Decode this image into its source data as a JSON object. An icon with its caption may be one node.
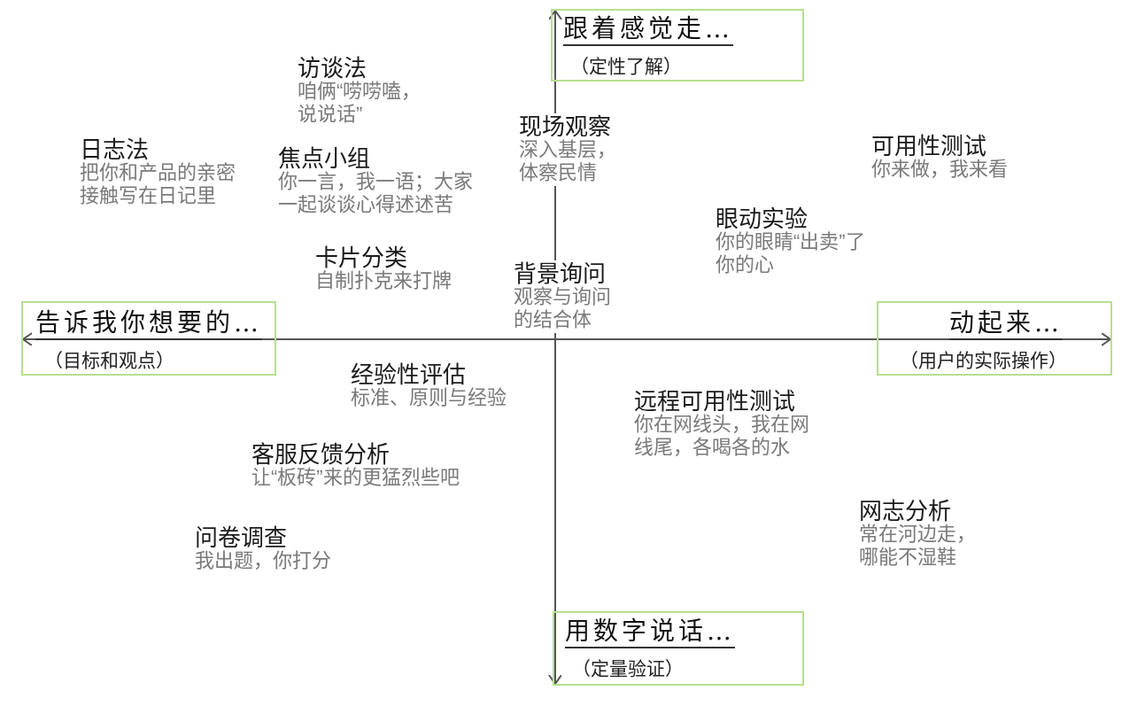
{
  "diagram": {
    "nodes": [
      {
        "text": [
          "跟着感觉走…",
          "（定性了解）"
        ]
      },
      {
        "text": [
          "告诉我你想要的…",
          "（目标和观点）"
        ]
      },
      {
        "text": [
          "动起来…",
          "（用户的实际操作）"
        ]
      },
      {
        "text": [
          "用数字说话…",
          "（定量验证）"
        ]
      }
    ],
    "edges": [
      {
        "from": 0,
        "to": 3,
        "arrow": "both"
      },
      {
        "from": 1,
        "to": 2,
        "arrow": "both"
      }
    ],
    "labels": [
      "访谈法",
      "咱俩“唠唠嗑，说说话”",
      "现场观察",
      "深入基层，体察民情",
      "日志法",
      "把你和产品的亲密接触写在日记里",
      "可用性测试",
      "你来做，我来看",
      "焦点小组",
      "你一言，我一语；大家一起谈谈心得述述苦",
      "眼动实验",
      "你的眼睛“出卖”了你的心",
      "卡片分类",
      "自制扑克来打牌",
      "背景询问",
      "观察与询问的结合体",
      "经验性评估",
      "标准、原则与经验",
      "远程可用性测试",
      "你在网线头，我在网线尾，各喝各的水",
      "客服反馈分析",
      "让“板砖”来的更猛烈些吧",
      "网志分析",
      "常在河边走，哪能不湿鞋",
      "问卷调查",
      "我出题，你打分"
    ]
  }
}
